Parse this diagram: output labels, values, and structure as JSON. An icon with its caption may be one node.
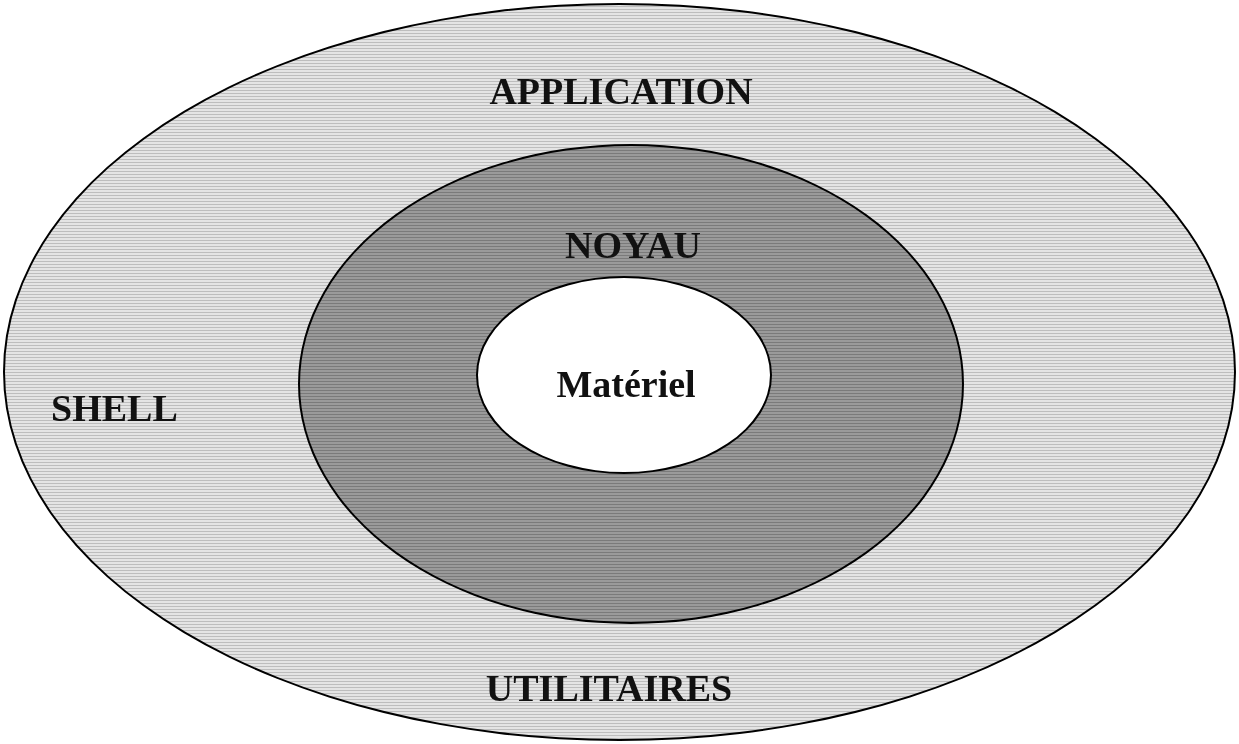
{
  "diagram": {
    "nodes": [
      {
        "text": [
          "APPLICATION",
          "SHELL",
          "UTILITAIRES"
        ]
      },
      {
        "text": [
          "NOYAU"
        ],
        "in": 0
      },
      {
        "text": [
          "Matériel"
        ],
        "in": 1
      }
    ]
  }
}
